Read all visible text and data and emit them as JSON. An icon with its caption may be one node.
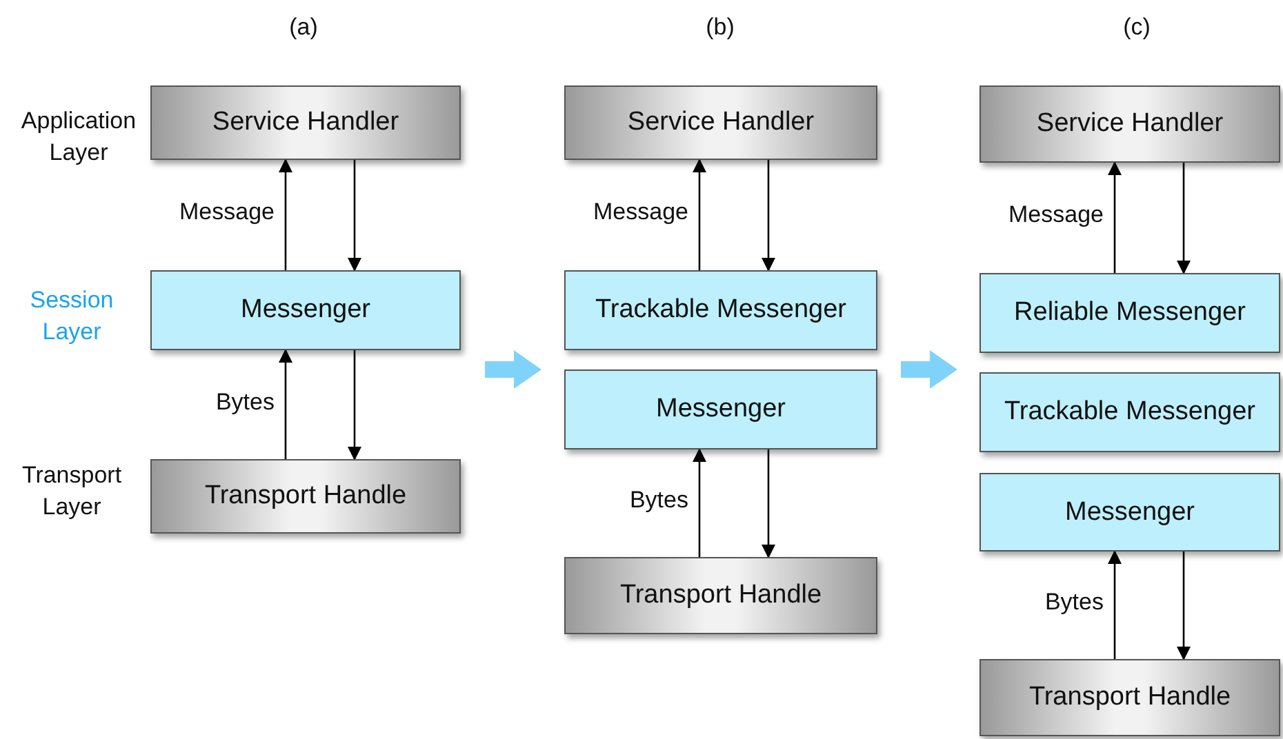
{
  "diagram": {
    "nodes": [
      {
        "text": [
          "Service Handler"
        ]
      },
      {
        "text": [
          "Messenger"
        ]
      },
      {
        "text": [
          "Transport Handle"
        ]
      },
      {
        "text": [
          "Service Handler"
        ]
      },
      {
        "text": [
          "Trackable Messenger"
        ]
      },
      {
        "text": [
          "Messenger"
        ]
      },
      {
        "text": [
          "Transport Handle"
        ]
      },
      {
        "text": [
          "Service Handler"
        ]
      },
      {
        "text": [
          "Reliable Messenger"
        ]
      },
      {
        "text": [
          "Trackable Messenger"
        ]
      },
      {
        "text": [
          "Messenger"
        ]
      },
      {
        "text": [
          "Transport Handle"
        ]
      }
    ],
    "edges": [
      {
        "from": 1,
        "to": 0,
        "arrow": "to",
        "label": "Message"
      },
      {
        "from": 0,
        "to": 1,
        "arrow": "to"
      },
      {
        "from": 2,
        "to": 1,
        "arrow": "to",
        "label": "Bytes"
      },
      {
        "from": 1,
        "to": 2,
        "arrow": "to"
      },
      {
        "from": 4,
        "to": 3,
        "arrow": "to",
        "label": "Message"
      },
      {
        "from": 3,
        "to": 4,
        "arrow": "to"
      },
      {
        "from": 6,
        "to": 5,
        "arrow": "to",
        "label": "Bytes"
      },
      {
        "from": 5,
        "to": 6,
        "arrow": "to"
      },
      {
        "from": 8,
        "to": 7,
        "arrow": "to",
        "label": "Message"
      },
      {
        "from": 7,
        "to": 8,
        "arrow": "to"
      },
      {
        "from": 11,
        "to": 10,
        "arrow": "to",
        "label": "Bytes"
      },
      {
        "from": 10,
        "to": 11,
        "arrow": "to"
      },
      {
        "from": 1,
        "to": 5,
        "arrow": "to",
        "style": "thick",
        "color": "#7fd3fb"
      },
      {
        "from": 5,
        "to": 9,
        "arrow": "to",
        "style": "thick",
        "color": "#7fd3fb"
      }
    ],
    "labels": [
      "(a)",
      "(b)",
      "(c)",
      "Application Layer",
      "Session Layer",
      "Transport Layer"
    ]
  }
}
